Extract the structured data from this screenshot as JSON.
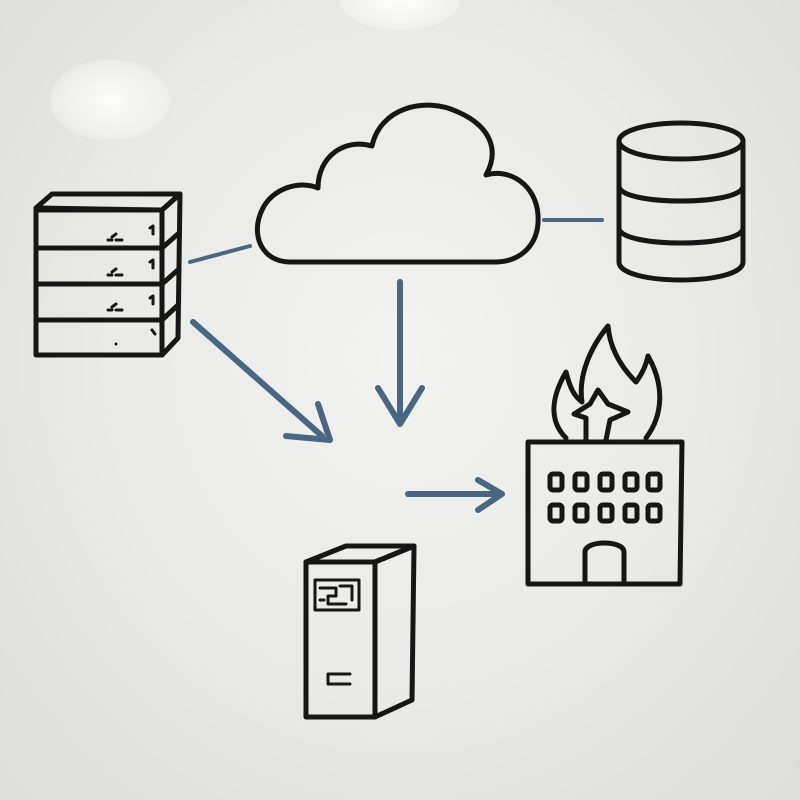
{
  "board": {
    "ink_color": "#161616",
    "connector_color": "#4a6680",
    "surface_color": "#ececea"
  },
  "nodes": [
    {
      "id": "server-rack",
      "icon": "server-rack-icon"
    },
    {
      "id": "cloud",
      "icon": "cloud-icon"
    },
    {
      "id": "database",
      "icon": "database-icon"
    },
    {
      "id": "building",
      "icon": "building-on-fire-icon"
    },
    {
      "id": "tower-server",
      "icon": "tower-server-icon"
    }
  ],
  "edges": [
    {
      "from": "server-rack",
      "to": "cloud",
      "style": "line"
    },
    {
      "from": "cloud",
      "to": "database",
      "style": "line"
    },
    {
      "from": "server-rack",
      "to": "center",
      "style": "arrow"
    },
    {
      "from": "cloud",
      "to": "center",
      "style": "arrow"
    },
    {
      "from": "center",
      "to": "building",
      "style": "arrow"
    }
  ]
}
